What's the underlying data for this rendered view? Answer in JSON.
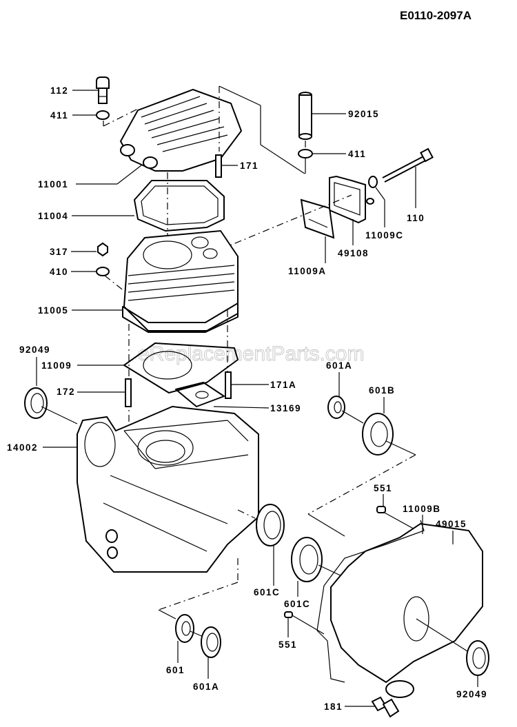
{
  "diagram": {
    "reference_code": "E0110-2097A",
    "watermark": "eReplacementParts.com",
    "parts": {
      "bolt_head": "112",
      "washer_head": "411",
      "cylinder_head": "11001",
      "head_gasket": "11004",
      "stud_head": "171",
      "knock_pin": "92015",
      "washer_pin": "411",
      "bolt_plate": "110",
      "gasket_plate": "11009C",
      "breather_plate": "49108",
      "gasket_breather": "11009A",
      "nut": "317",
      "washer_nut": "410",
      "cylinder": "11005",
      "oil_seal_left": "92049",
      "cylinder_gasket": "11009",
      "stud_left": "172",
      "stud_right": "171A",
      "gasket_small": "13169",
      "crankcase": "14002",
      "bearing_601a_top": "601A",
      "bearing_601b": "601B",
      "dowel_top": "551",
      "cover_gasket": "11009B",
      "crankcase_cover": "49015",
      "bearing_601c_left": "601C",
      "bearing_601c_right": "601C",
      "dowel_bottom": "551",
      "bearing_601": "601",
      "bearing_601a_bottom": "601A",
      "oil_seal_right": "92049",
      "drain_plug": "181"
    }
  }
}
